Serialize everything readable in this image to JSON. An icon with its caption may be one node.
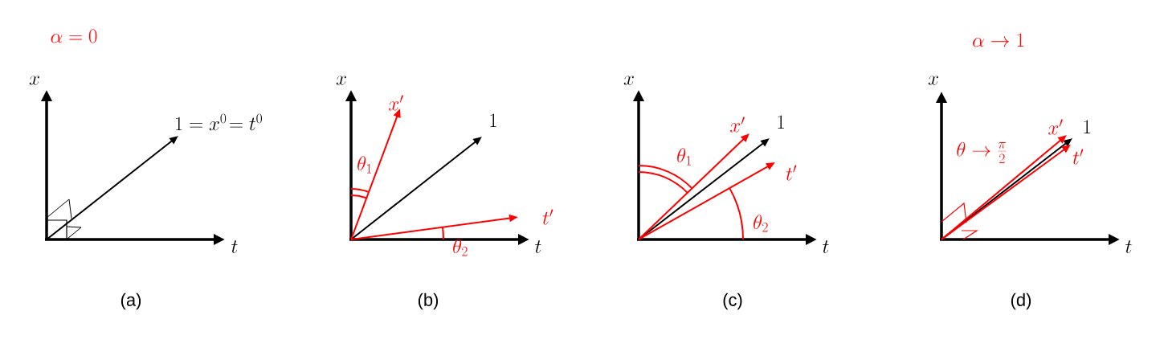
{
  "diagram": {
    "labels": [
      "\\alpha = 0",
      "x",
      "1 = x^{0}\\!= t^{0}",
      "t",
      "(a)",
      "x",
      "x'",
      "1",
      "\\theta_{1}",
      "t'",
      "\\theta_{2}",
      "t",
      "(b)",
      "x",
      "x'",
      "1",
      "\\theta_{1}",
      "t'",
      "\\theta_{2}",
      "t",
      "(c)",
      "\\alpha \\rightarrow 1",
      "x",
      "x'",
      "1",
      "\\theta \\rightarrow \\frac{\\pi}{2}",
      "t'",
      "t",
      "(d)"
    ]
  }
}
